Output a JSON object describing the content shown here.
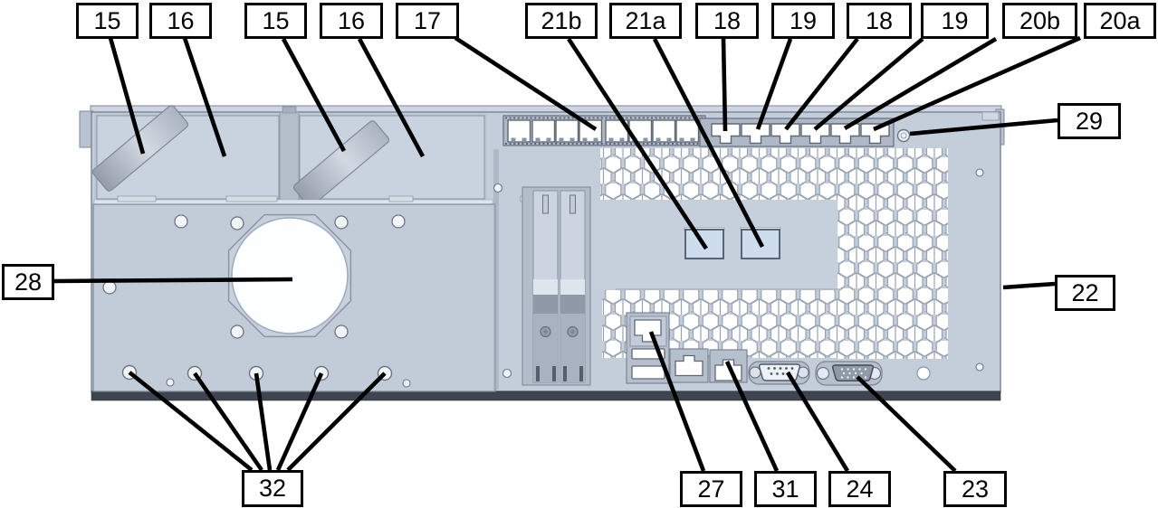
{
  "figure": {
    "type": "server-rear-panel-callout-diagram",
    "colors": {
      "background": "#ffffff",
      "chassis": "#c4cdda",
      "chassis-base-bar": "#3e4550",
      "recess": "#aeb8c6",
      "component-21": "#cddded",
      "leader-line": "#000000"
    }
  },
  "callouts": [
    {
      "label": "15",
      "target": "left-fan-module-handle"
    },
    {
      "label": "16",
      "target": "left-fan-module"
    },
    {
      "label": "15",
      "target": "center-fan-module-handle"
    },
    {
      "label": "16",
      "target": "center-fan-module"
    },
    {
      "label": "17",
      "target": "slot-row"
    },
    {
      "label": "21b",
      "target": "component-21b"
    },
    {
      "label": "21a",
      "target": "component-21a"
    },
    {
      "label": "18",
      "target": "rear-port-1"
    },
    {
      "label": "19",
      "target": "rear-port-2"
    },
    {
      "label": "18",
      "target": "rear-port-3"
    },
    {
      "label": "19",
      "target": "rear-port-4"
    },
    {
      "label": "20b",
      "target": "rear-port-5"
    },
    {
      "label": "20a",
      "target": "rear-port-6"
    },
    {
      "label": "29",
      "target": "screw-hole-top-right"
    },
    {
      "label": "22",
      "target": "chassis-right-edge"
    },
    {
      "label": "28",
      "target": "fan-opening"
    },
    {
      "label": "32",
      "target": "mounting-holes"
    },
    {
      "label": "27",
      "target": "management-ethernet-port"
    },
    {
      "label": "31",
      "target": "ethernet-port"
    },
    {
      "label": "24",
      "target": "serial-port"
    },
    {
      "label": "23",
      "target": "video-port"
    }
  ]
}
